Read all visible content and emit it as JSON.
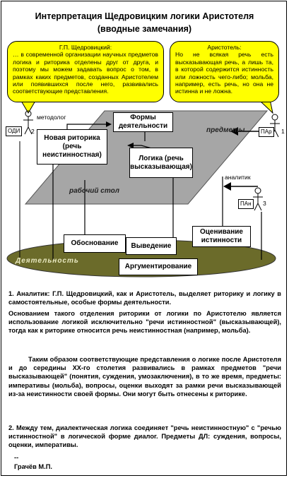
{
  "title": {
    "line1": "Интерпретация Щедровицким логики Аристотеля",
    "line2": "(вводные замечания)"
  },
  "bubble_left": {
    "heading": "Г.П. Щедровицкий:",
    "body": "… в современной организации научных предметов логика и риторика отделены друг от друга, и поэтому мы можем задавать вопрос о том, в рамках каких предметов, созданных Аристотелем или появившихся после него, развивались соответствующие представления."
  },
  "bubble_right": {
    "heading": "Аристотель:",
    "body": "Но не всякая речь есть высказывающая речь, а лишь та, в которой содержится истинность или ложность чего-либо; мольба, например, есть речь, но она не истинна и не ложна."
  },
  "diagram": {
    "metodolog": "методолог",
    "odi": "ОДИ",
    "odi_num": "2",
    "par": "ПАр",
    "par_num": "1",
    "pan": "ПАн",
    "pan_num": "3",
    "analitik": "аналитик",
    "predmety": "предметы",
    "rabochiy_stol": "рабочий стол",
    "deyatelnost": "Деятельность",
    "formy": "Формы деятельности",
    "nov_ritorika": "Новая риторика (речь неистинностная)",
    "logika": "Логика (речь высказывающая)",
    "obosnovanie": "Обоснование",
    "vyvedenie": "Выведение",
    "argumentirovanie": "Аргументирование",
    "otsenivanie": "Оценивание истинности"
  },
  "paragraphs": {
    "p1": "1. Аналитик: Г.П. Щедровицкий, как и Аристотель, выделяет риторику и логику в самостоятельные, особые формы деятельности.",
    "p2": "Основанием такого отделения риторики от логики по Аристотелю является использование логикой исключительно \"речи истинностной\" (высказывающей), тогда как к риторике относится речь неистинностная (например, мольба).",
    "p3": "Таким образом соответствующие представления о логике после Аристотеля и до середины XX-го столетия развивались в рамках предметов \"речи высказывающей\" (понятия, суждения, умозаключения), в то же время, предметы: императивы (мольба), вопросы, оценки выходят за рамки речи высказывающей из-за неистинности своей формы. Они могут быть отнесены к риторике.",
    "p4": "2. Между тем, диалектическая логика соединяет \"речь неистинностную\" с \"речью истинностной\" в логической форме диалог. Предметы ДЛ: суждения, вопросы, оценки, императивы.",
    "dash": "--",
    "author": "Грачёв М.П."
  },
  "colors": {
    "bubble": "#ffff00",
    "plane": "#a6a6a6",
    "ground": "#6b6b2a"
  }
}
